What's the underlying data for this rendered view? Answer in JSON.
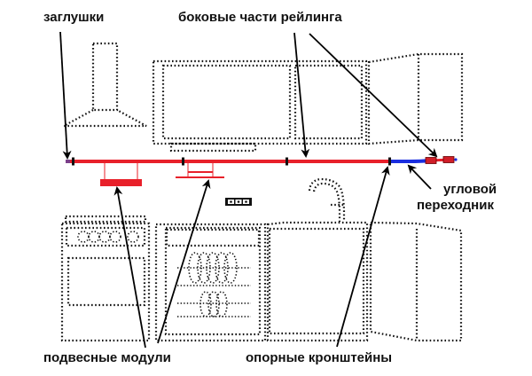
{
  "labels": {
    "end_caps": "заглушки",
    "rail_side_parts": "боковые части рейлинга",
    "corner_adapter_line1": "угловой",
    "corner_adapter_line2": "переходник",
    "hanging_modules": "подвесные модули",
    "support_brackets": "опорные кронштейны"
  },
  "colors": {
    "rail": "#e8202a",
    "corner_adapter": "#1a2ee0",
    "outline": "#111111",
    "arrow": "#000000"
  },
  "elements": [
    "range-hood",
    "upper-cabinet",
    "microwave-shelf",
    "corner-upper-cabinet",
    "railing-bar",
    "end-cap-left",
    "end-cap-right",
    "hanging-shelf",
    "hanging-dish-rack",
    "wall-socket",
    "sink-faucet",
    "stove",
    "dishwasher",
    "sink-cabinet",
    "corner-lower-cabinet"
  ]
}
